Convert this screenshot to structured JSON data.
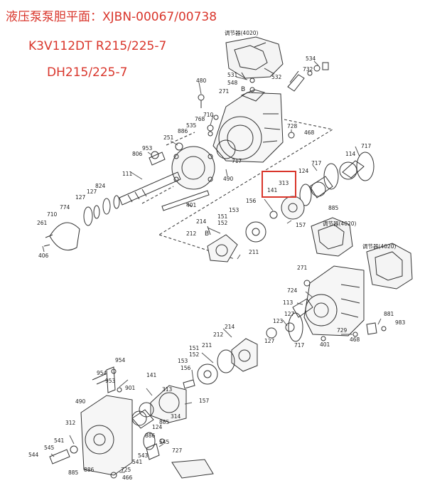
{
  "header": {
    "line1": "液压泵泵胆平面：XJBN-00067/00738",
    "line2": "K3V112DT  R215/225-7",
    "line3": "DH215/225-7"
  },
  "labels": {
    "regulator_top": "调节器(4020)",
    "regulator_mid": "调节器(4020)",
    "regulator_right": "调节器(4020)",
    "p534": "534",
    "p732a": "732",
    "p531": "531",
    "p548": "548",
    "p532": "532",
    "p480a": "480",
    "p271a": "271",
    "p710": "710",
    "p768": "768",
    "p535": "535",
    "p886": "886",
    "p728": "728",
    "p468a": "468",
    "p251": "251",
    "p953": "953",
    "p806": "806",
    "p717a": "717",
    "p114": "114",
    "p717b": "717",
    "p124a": "124",
    "p111": "111",
    "p313a": "313",
    "p141a": "141",
    "p490a": "490",
    "p824": "824",
    "p127a": "127",
    "p127b": "127",
    "p774": "774",
    "p885a": "885",
    "p401a": "401",
    "p156a": "156",
    "p153a": "153",
    "p157a": "157",
    "p261": "261",
    "p710b": "710",
    "p151a": "151",
    "p152a": "152",
    "p214a": "214",
    "p212a": "212",
    "p211a": "211",
    "p406": "406",
    "pB": "B",
    "p271b": "271",
    "p724": "724",
    "p113": "113",
    "p127c": "127",
    "p123": "123",
    "p881": "881",
    "p983": "983",
    "p729": "729",
    "p468b": "468",
    "p214b": "214",
    "p717c": "717",
    "p401b": "401",
    "p127d": "127",
    "p212b": "212",
    "p211b": "211",
    "p151b": "151",
    "p152b": "152",
    "p954a": "954",
    "p954b": "954",
    "p153b": "153",
    "p156b": "156",
    "p901": "901",
    "p141b": "141",
    "p953b": "953",
    "p490b": "490",
    "p313b": "313",
    "p314": "314",
    "p157b": "157",
    "p312": "312",
    "p885b": "885",
    "p124b": "124",
    "p886b": "886",
    "p541a": "541",
    "p545a": "545",
    "p544": "544",
    "p543": "543",
    "p545b": "545",
    "p727": "727",
    "p885c": "885",
    "p886c": "886",
    "p725": "725",
    "p541b": "541",
    "p466": "466"
  },
  "colors": {
    "title": "#d9352b",
    "highlight": "#d9352b",
    "line": "#333333"
  }
}
